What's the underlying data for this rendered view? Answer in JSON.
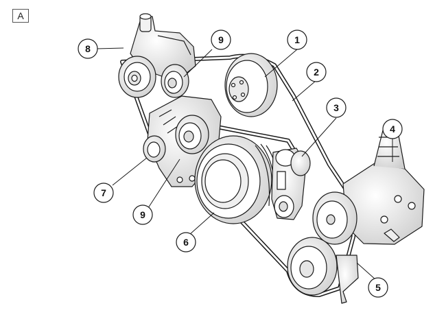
{
  "view_label": "A",
  "callouts": [
    {
      "id": "c1",
      "label": "1",
      "component": "pulley"
    },
    {
      "id": "c2",
      "label": "2",
      "component": "drive-belt"
    },
    {
      "id": "c3",
      "label": "3",
      "component": "tensioner"
    },
    {
      "id": "c4",
      "label": "4",
      "component": "ac-compressor"
    },
    {
      "id": "c5",
      "label": "5",
      "component": "pulley"
    },
    {
      "id": "c6",
      "label": "6",
      "component": "crankshaft-pulley"
    },
    {
      "id": "c7",
      "label": "7",
      "component": "generator"
    },
    {
      "id": "c8",
      "label": "8",
      "component": "power-steering-pump"
    },
    {
      "id": "c9a",
      "label": "9",
      "component": "idler-pulley"
    },
    {
      "id": "c9b",
      "label": "9",
      "component": "idler-pulley"
    }
  ],
  "colors": {
    "line": "#1a1a1a",
    "fill": "#ffffff",
    "shade": "#d9d9d9",
    "dark": "#888888"
  }
}
